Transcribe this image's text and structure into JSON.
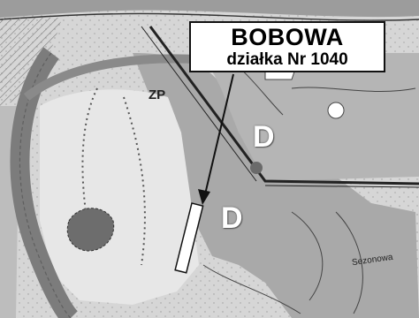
{
  "title": "BOBOWA",
  "subtitle": "działka Nr 1040",
  "zones": {
    "d_upper": "D",
    "d_lower": "D",
    "zp_label": "ZP"
  },
  "roads": {
    "bottom_right": "Sezonowa"
  },
  "colors": {
    "zone_fill": "#a9a9a9",
    "river": "#7c7c7c",
    "background": "#d6d6d6",
    "line": "#222222"
  }
}
